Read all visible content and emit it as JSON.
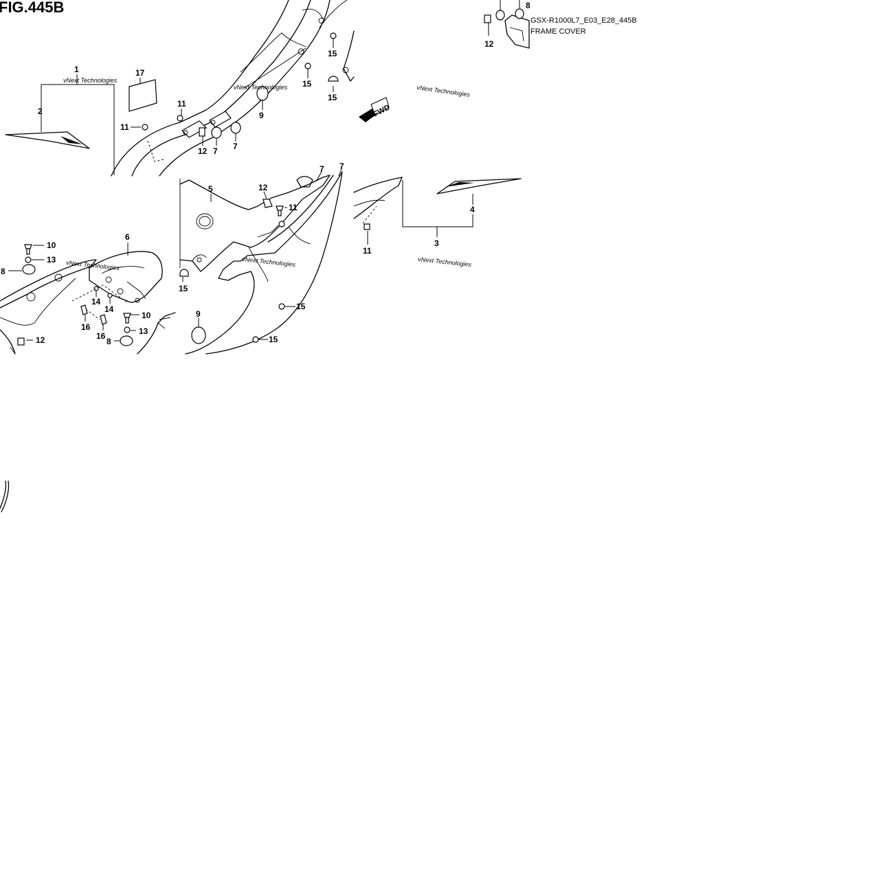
{
  "figure": {
    "title": "FIG.445B",
    "model_code": "GSX-R1000L7_E03_E28_445B",
    "caption": "FRAME COVER",
    "fwd_label": "FWD",
    "watermark": "vNext Technologies"
  },
  "callouts": [
    "1",
    "2",
    "3",
    "4",
    "5",
    "6",
    "7",
    "8",
    "9",
    "10",
    "11",
    "12",
    "13",
    "14",
    "15",
    "16",
    "17"
  ]
}
